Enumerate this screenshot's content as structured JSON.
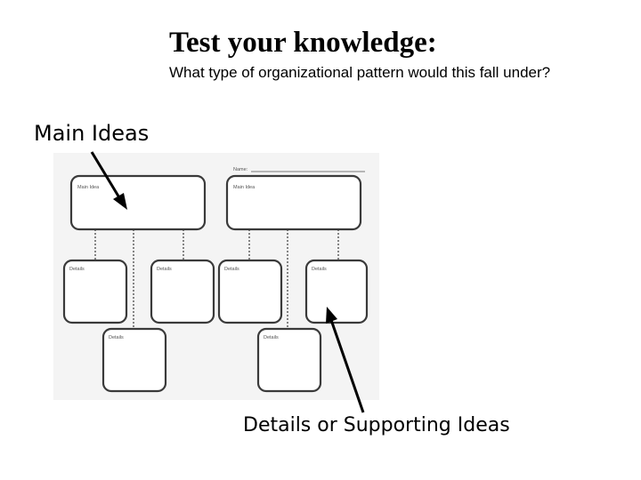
{
  "slide": {
    "title": "Test your knowledge:",
    "subtitle": "What type of organizational pattern would this fall under?",
    "label_main_ideas": "Main Ideas",
    "label_details": "Details or Supporting Ideas"
  },
  "worksheet": {
    "name_label": "Name:",
    "main_idea_label": "Main Idea",
    "details_label": "Details"
  },
  "colors": {
    "background": "#ffffff",
    "text": "#000000",
    "box_stroke": "#3a3a3a"
  }
}
